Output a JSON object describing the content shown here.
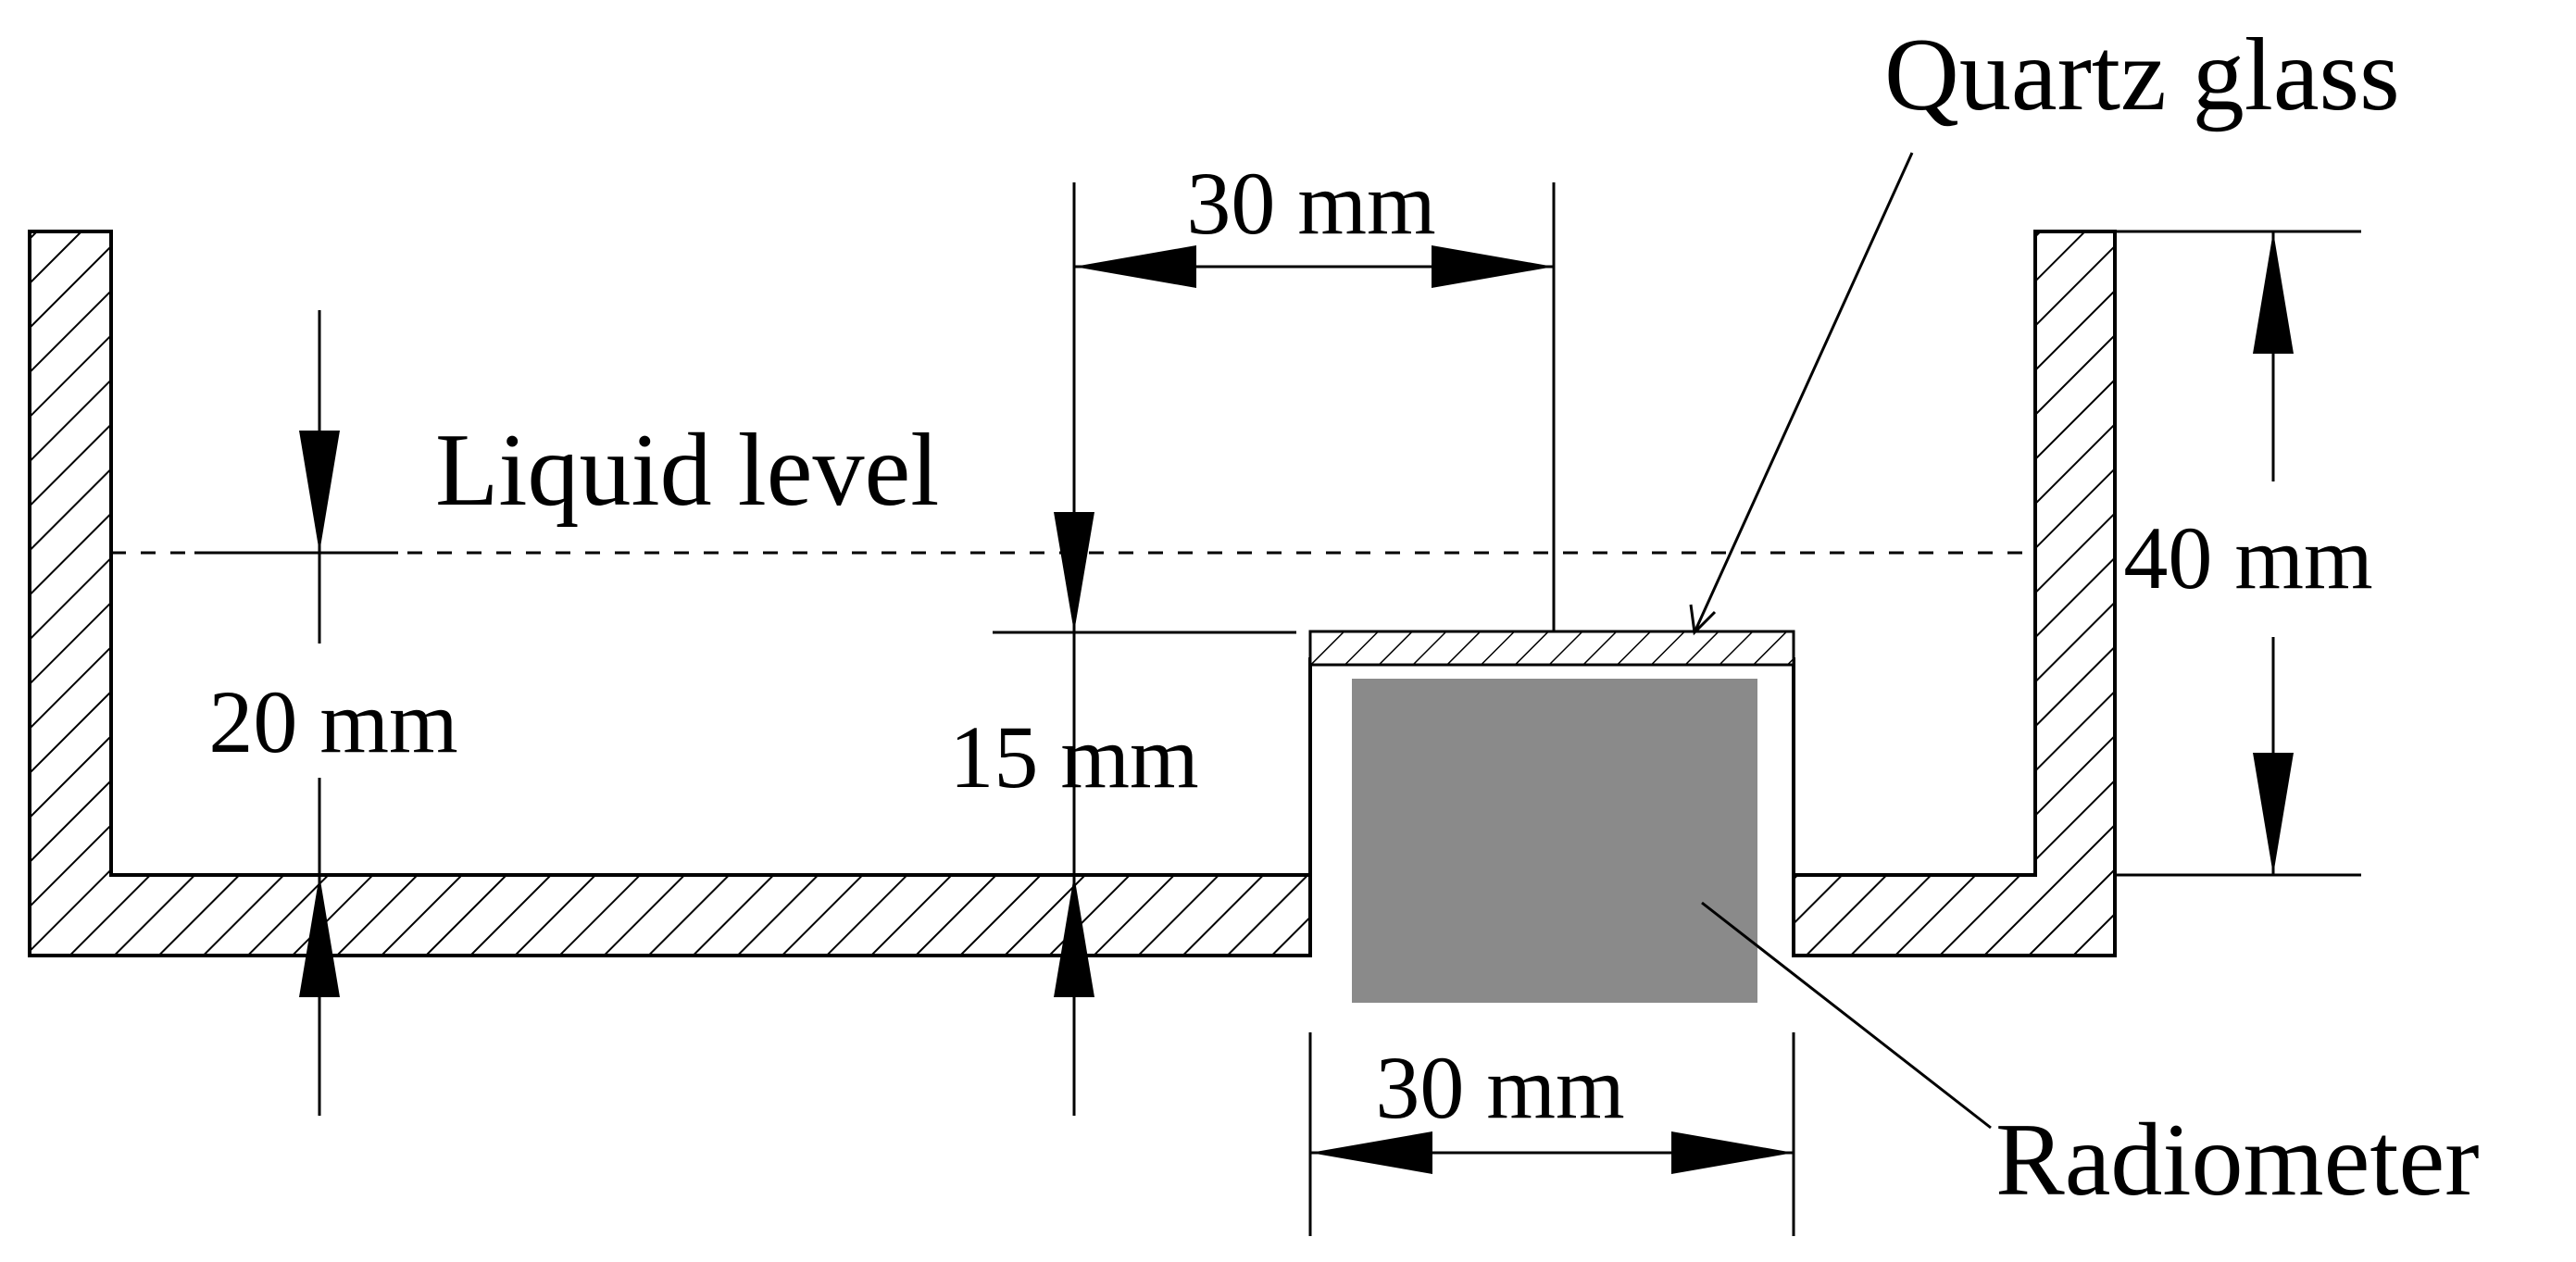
{
  "labels": {
    "quartz_glass": "Quartz glass",
    "liquid_level": "Liquid level",
    "radiometer": "Radiometer"
  },
  "dimensions": {
    "top_width": "30 mm",
    "bottom_width": "30 mm",
    "liquid_depth": "20 mm",
    "glass_depth": "15 mm",
    "container_height": "40 mm"
  },
  "colors": {
    "line": "#000000",
    "radiometer_fill": "#8a8a8a",
    "background": "#ffffff"
  }
}
